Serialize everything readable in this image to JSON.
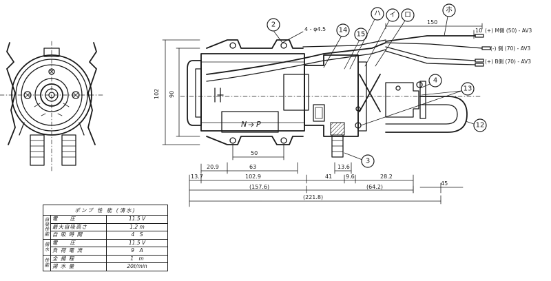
{
  "callouts": {
    "c2": "2",
    "c14": "14",
    "c15": "15",
    "c_ha": "ハ",
    "c_i": "イ",
    "c_ro": "ロ",
    "c_ho": "ホ",
    "c4": "4",
    "c13": "13",
    "c12": "12",
    "c3": "3"
  },
  "labels": {
    "mount_holes": "4 - φ4.5",
    "nameplate_n": "N",
    "nameplate_p": "P",
    "wire_m": "(+) M側 (50) - AV3",
    "wire_minus": "(-) 側 (70) - AV3",
    "wire_b": "(+) B側 (70) - AV3"
  },
  "dimensions": {
    "d150": "150",
    "d10": "10",
    "d102": "102",
    "d90": "90",
    "d50": "50",
    "d63": "63",
    "d209": "20.9",
    "d136": "13.6",
    "d137": "13.7",
    "d1029": "102.9",
    "d41": "41",
    "d96": "9.6",
    "d282": "28.2",
    "d45": "45",
    "d1576": "(157.6)",
    "d642": "(64.2)",
    "d2218": "(221.8)"
  },
  "spec_table": {
    "title": "ポンプ 性 能 (清水)",
    "groups": {
      "self_priming": "自吸性能",
      "pumping": "揚水",
      "performance": "性能"
    },
    "rows": [
      {
        "item": "電　　圧",
        "value": "11.5 V"
      },
      {
        "item": "最大自吸高さ",
        "value": "1.2 m"
      },
      {
        "item": "自 吸 時 間",
        "value": "4　S"
      },
      {
        "item": "電　　圧",
        "value": "11.5 V"
      },
      {
        "item": "負 荷 電 流",
        "value": "9　A"
      },
      {
        "item": "全 揚 程",
        "value": "1　m"
      },
      {
        "item": "揚 水 量",
        "value": "20ℓ/min"
      }
    ]
  }
}
